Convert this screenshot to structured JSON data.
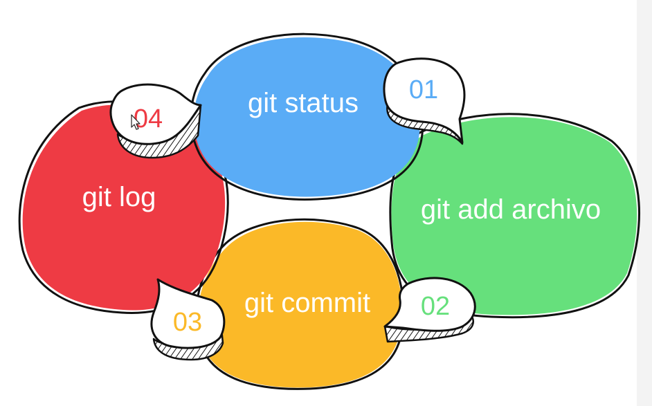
{
  "colors": {
    "blue": "#5aacf6",
    "green": "#66e07c",
    "yellow": "#fbb928",
    "red": "#ee3b44",
    "outline": "#111111"
  },
  "steps": {
    "status": {
      "label": "git status",
      "number": "01",
      "color": "#5aacf6"
    },
    "add": {
      "label": "git add archivo",
      "number": "02",
      "color": "#66e07c"
    },
    "commit": {
      "label": "git commit",
      "number": "03",
      "color": "#fbb928"
    },
    "log": {
      "label": "git log",
      "number": "04",
      "color": "#ee3b44"
    }
  }
}
